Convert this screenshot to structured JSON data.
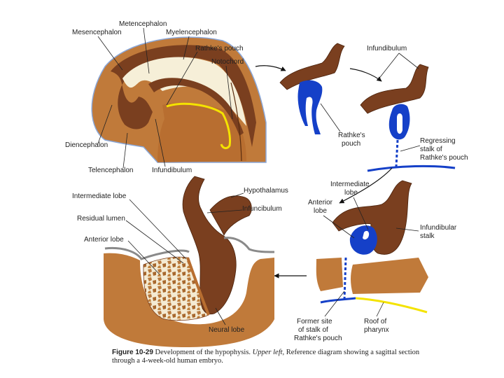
{
  "panels": {
    "reference": {
      "labels": {
        "metencephalon": "Metencephalon",
        "mesencephalon": "Mesencephalon",
        "myelencephalon": "Myelencephalon",
        "rathkes_pouch": "Rathke's pouch",
        "notochord": "Notochord",
        "diencephalon": "Diencephalon",
        "telencephalon": "Telencephalon",
        "infundibulum": "Infundibulum"
      }
    },
    "stage2": {
      "labels": {
        "rathkes_pouch_line1": "Rathke's",
        "rathkes_pouch_line2": "pouch"
      }
    },
    "stage3": {
      "labels": {
        "infundibulum": "Infundibulum",
        "regressing_line1": "Regressing",
        "regressing_line2": "stalk of",
        "regressing_line3": "Rathke's pouch"
      }
    },
    "stage4": {
      "labels": {
        "intermediate_line1": "Intermediate",
        "intermediate_line2": "lobe",
        "anterior_line1": "Anterior",
        "anterior_line2": "lobe",
        "infundibular_line1": "Infundibular",
        "infundibular_line2": "stalk",
        "former_line1": "Former site",
        "former_line2": "of stalk of",
        "former_line3": "Rathke's pouch",
        "roof_line1": "Roof of",
        "roof_line2": "pharynx"
      }
    },
    "final": {
      "labels": {
        "intermediate_lobe": "Intermediate lobe",
        "hypothalamus": "Hypothalamus",
        "infundibulum": "Infuncibulum",
        "residual_lumen": "Residual lumen",
        "anterior_lobe": "Anterior lobe",
        "neural_lobe": "Neural lobe"
      }
    }
  },
  "caption": {
    "figure": "Figure 10-29",
    "text_a": "Development of the hypophysis.",
    "text_italic": "Upper left,",
    "text_b": "Reference diagram showing a sagittal section",
    "line2": "through a 4-week-old human embryo."
  },
  "colors": {
    "brain_tissue": "#7a3f1f",
    "brain_light": "#f6efd8",
    "mesenchyme": "#c07a3a",
    "rathke_blue": "#1540c8",
    "pharynx_yellow": "#f4e300",
    "outline_blue": "#8aa7d8"
  }
}
